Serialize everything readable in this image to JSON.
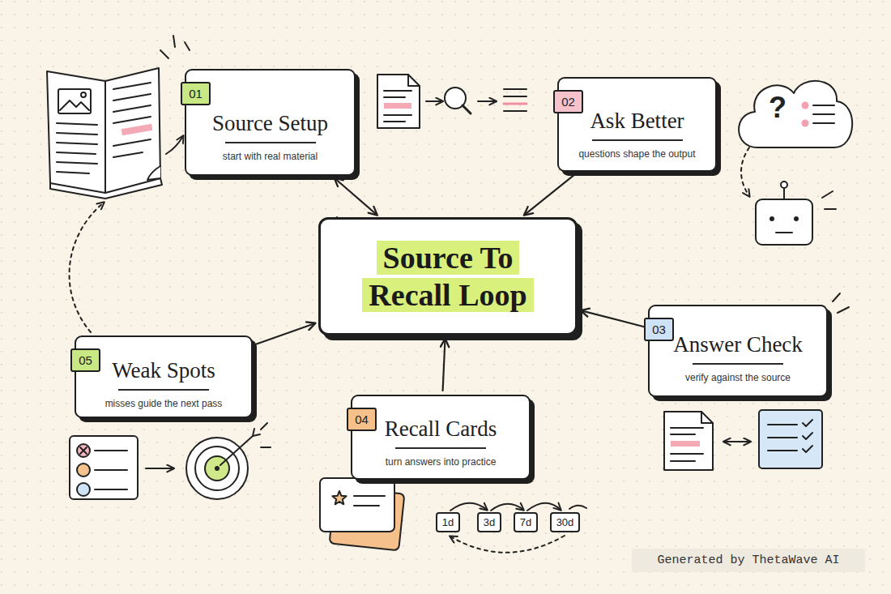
{
  "diagram": {
    "nodes": [
      {
        "text": [
          "Source To Recall Loop"
        ]
      },
      {
        "text": [
          "01",
          "Source Setup",
          "start with real material"
        ]
      },
      {
        "text": [
          "02",
          "Ask Better",
          "questions shape the output"
        ]
      },
      {
        "text": [
          "03",
          "Answer Check",
          "verify against the source"
        ]
      },
      {
        "text": [
          "04",
          "Recall Cards",
          "turn answers into practice"
        ]
      },
      {
        "text": [
          "05",
          "Weak Spots",
          "misses guide the next pass"
        ]
      }
    ],
    "edges": [
      {
        "from": 1,
        "to": 0,
        "arrow": "both"
      },
      {
        "from": 2,
        "to": 0,
        "arrow": "to"
      },
      {
        "from": 3,
        "to": 0,
        "arrow": "to"
      },
      {
        "from": 4,
        "to": 0,
        "arrow": "to"
      },
      {
        "from": 5,
        "to": 0,
        "arrow": "to"
      }
    ],
    "labels": [
      "?",
      "1d",
      "3d",
      "7d",
      "30d",
      "Generated by ThetaWave AI"
    ]
  }
}
